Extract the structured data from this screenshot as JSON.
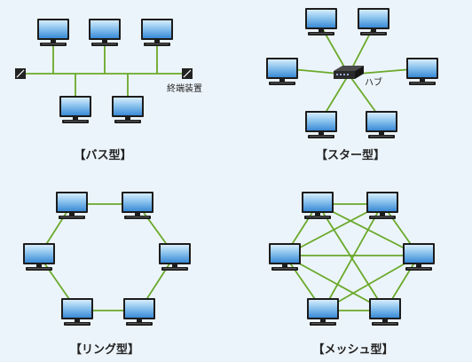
{
  "diagrams": {
    "bus": {
      "caption": "【バス型】",
      "terminator_label": "終端装置"
    },
    "star": {
      "caption": "【スター型】",
      "hub_label": "ハブ"
    },
    "ring": {
      "caption": "【リング型】"
    },
    "mesh": {
      "caption": "【メッシュ型】"
    }
  },
  "colors": {
    "background": "#ecf4fb",
    "cable": "#6aa92a",
    "screen_top": "#cfe8fb",
    "screen_bottom": "#3c8fd8",
    "monitor_body": "#1e1e1e",
    "hub": "#2a2a2a"
  },
  "icons": [
    "computer-icon",
    "hub-icon",
    "terminator-icon"
  ]
}
